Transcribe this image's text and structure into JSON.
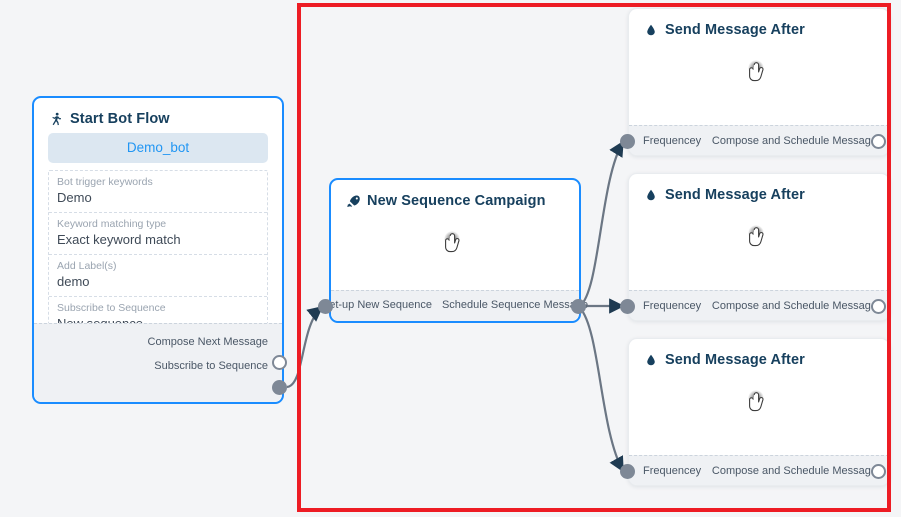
{
  "canvas": {
    "background": "#f4f5f7",
    "highlight_color": "#ed1c24"
  },
  "nodes": {
    "start_bot_flow": {
      "title": "Start Bot Flow",
      "icon": "running-person-icon",
      "bot_pill_label": "Demo_bot",
      "fields": [
        {
          "label": "Bot trigger keywords",
          "value": "Demo"
        },
        {
          "label": "Keyword matching type",
          "value": "Exact keyword match"
        },
        {
          "label": "Add Label(s)",
          "value": "demo"
        },
        {
          "label": "Subscribe to Sequence",
          "value": "New sequence"
        }
      ],
      "ports": [
        {
          "label": "Compose Next Message",
          "style": "hollow"
        },
        {
          "label": "Subscribe to Sequence",
          "style": "filled"
        }
      ]
    },
    "new_sequence_campaign": {
      "title": "New Sequence Campaign",
      "icon": "megaphone-icon",
      "cursor_icon": "pointing-hand-cursor-icon",
      "ports_in": [
        {
          "label": "",
          "style": "filled"
        }
      ],
      "footer_labels": [
        "Set-up New Sequence",
        "Schedule Sequence Message"
      ],
      "ports_out": [
        {
          "label": "",
          "style": "filled"
        }
      ]
    },
    "send_message_cards": [
      {
        "title": "Send Message After",
        "icon": "droplet-icon",
        "cursor_icon": "pointing-hand-cursor-icon",
        "in_port_label": "Frequencey",
        "out_port_label": "Compose and Schedule Message"
      },
      {
        "title": "Send Message After",
        "icon": "droplet-icon",
        "cursor_icon": "pointing-hand-cursor-icon",
        "in_port_label": "Frequencey",
        "out_port_label": "Compose and Schedule Message"
      },
      {
        "title": "Send Message After",
        "icon": "droplet-icon",
        "cursor_icon": "pointing-hand-cursor-icon",
        "in_port_label": "Frequencey",
        "out_port_label": "Compose and Schedule Message"
      }
    ]
  }
}
